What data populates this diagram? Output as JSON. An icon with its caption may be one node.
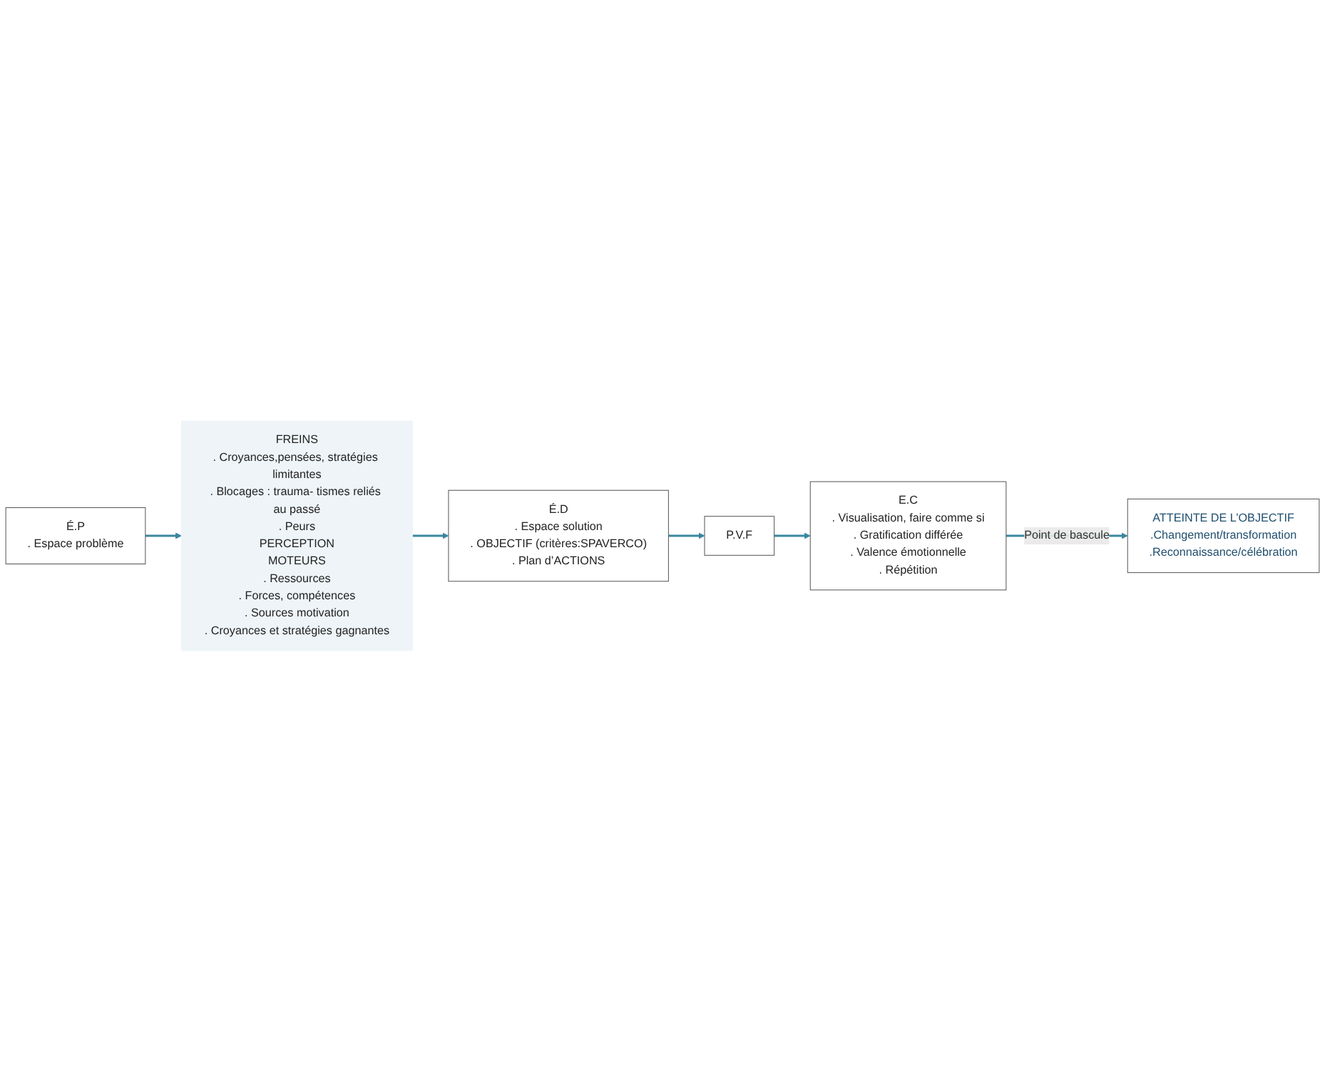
{
  "diagram": {
    "nodes": [
      {
        "text": [
          "É.P",
          ". Espace problème"
        ]
      },
      {
        "text": [
          "FREINS",
          ". Croyances,pensées, stratégies limitantes",
          ". Blocages : trauma- tismes reliés au passé",
          ". Peurs",
          "PERCEPTION",
          "MOTEURS",
          ". Ressources",
          ". Forces, compétences",
          ". Sources motivation",
          ". Croyances et stratégies gagnantes"
        ]
      },
      {
        "text": [
          "É.D",
          ". Espace solution",
          ". OBJECTIF (critères:SPAVERCO)",
          ". Plan d’ACTIONS"
        ]
      },
      {
        "text": [
          "P.V.F"
        ]
      },
      {
        "text": [
          "E.C",
          ". Visualisation, faire comme si",
          ". Gratification différée",
          ". Valence émotionnelle",
          ". Répétition"
        ]
      },
      {
        "text": [
          "ATTEINTE DE L’OBJECTIF",
          ".Changement/transformation",
          ".Reconnaissance/célébration"
        ]
      }
    ],
    "edges": [
      {
        "from": 0,
        "to": 1,
        "arrow": "to"
      },
      {
        "from": 1,
        "to": 2,
        "arrow": "to"
      },
      {
        "from": 2,
        "to": 3,
        "arrow": "to"
      },
      {
        "from": 3,
        "to": 4,
        "arrow": "to"
      },
      {
        "from": 4,
        "to": 5,
        "arrow": "to",
        "label": "Point de bascule"
      }
    ]
  }
}
